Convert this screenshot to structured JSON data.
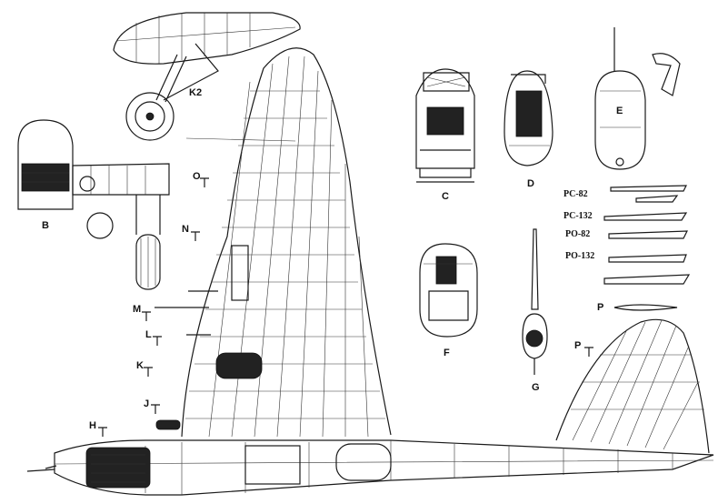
{
  "labels": {
    "k2": "K2",
    "b": "B",
    "c": "C",
    "d": "D",
    "e": "E",
    "f": "F",
    "g": "G",
    "h": "H",
    "j": "J",
    "k": "K",
    "l": "L",
    "m": "M",
    "n": "N",
    "o": "O",
    "p_rockets": "P",
    "p_section": "P"
  },
  "rockets": [
    "PC-82",
    "PC-132",
    "PO-82",
    "PO-132"
  ]
}
